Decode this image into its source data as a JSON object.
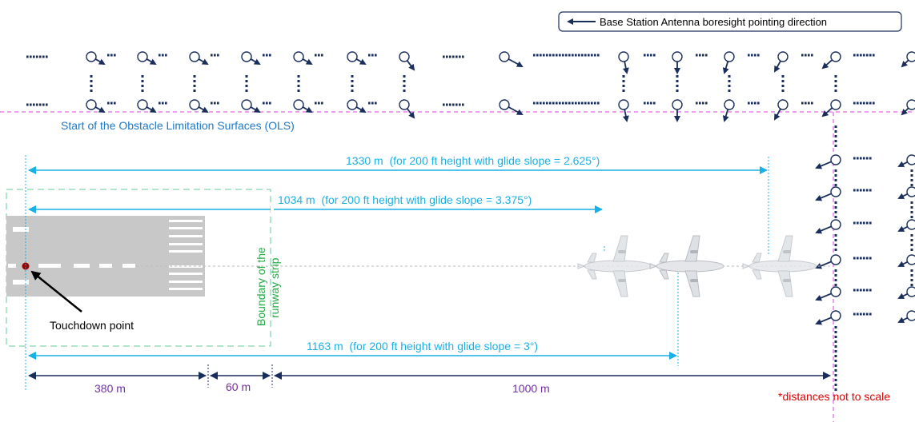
{
  "legend": {
    "text": "Base Station Antenna boresight pointing direction",
    "arrow_icon": "left-arrow-icon"
  },
  "ols_label": "Start of the Obstacle Limitation Surfaces (OLS)",
  "dimensions": {
    "d1330": "1330 m  (for 200 ft height with glide slope = 2.625°)",
    "d1034": "1034 m  (for 200 ft height with glide slope = 3.375°)",
    "d1163": "1163 m  (for 200 ft height with glide slope = 3°)"
  },
  "boundary_label": [
    "Boundary of the",
    "runway strip"
  ],
  "touchdown_label": "Touchdown point",
  "segments": {
    "s380": "380 m",
    "s60": "60 m",
    "s1000": "1000 m"
  },
  "note": "*distances not to scale",
  "colors": {
    "navy": "#1a2e5c",
    "cyan": "#19b0e6",
    "ols_label": "#1f78c8",
    "magenta": "#e040e0",
    "green": "#22aa44",
    "purple": "#7030a0",
    "red": "#dd0000",
    "runway": "#c8c8c8",
    "touchdown": "#990000"
  }
}
